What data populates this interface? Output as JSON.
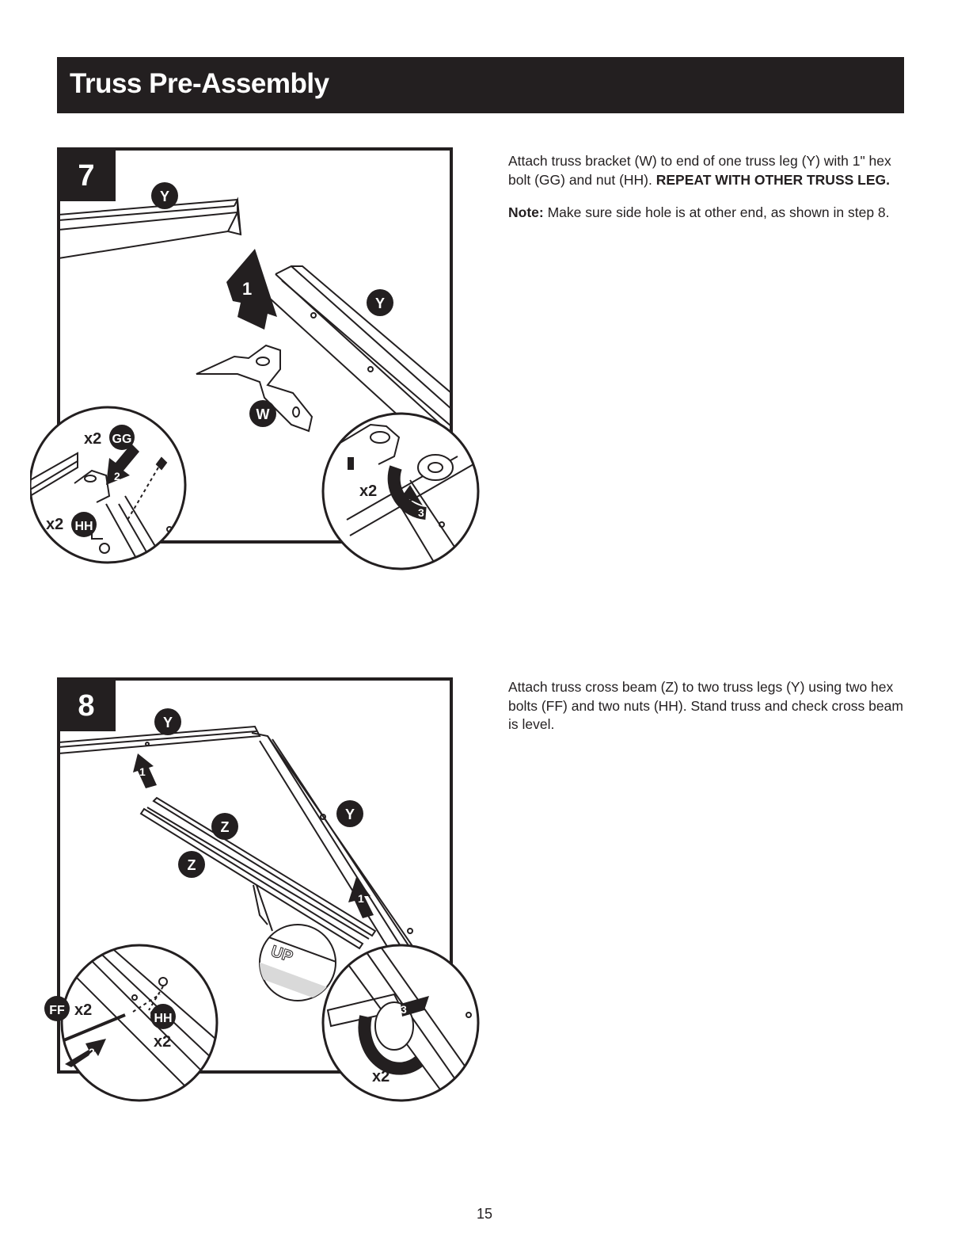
{
  "header": {
    "title": "Truss Pre-Assembly"
  },
  "steps": [
    {
      "number": "7",
      "part_labels": {
        "top_leg": "Y",
        "side_leg": "Y",
        "bracket": "W",
        "bolt": "GG",
        "nut": "HH"
      },
      "quantities": {
        "bolt": "x2",
        "nut": "x2",
        "tighten": "x2"
      },
      "arrows": [
        "1",
        "2",
        "3"
      ],
      "text": {
        "p1_plain": "Attach truss bracket (W) to end of one truss leg (Y) with 1\" hex bolt (GG) and nut (HH).",
        "p1_bold": "REPEAT WITH OTHER TRUSS LEG.",
        "note_label": "Note:",
        "note_text": "Make sure side hole is at other end, as shown in step 8."
      }
    },
    {
      "number": "8",
      "part_labels": {
        "top_leg": "Y",
        "side_leg": "Y",
        "beam1": "Z",
        "beam2": "Z",
        "bolt": "FF",
        "nut": "HH"
      },
      "quantities": {
        "bolt": "x2",
        "nut": "x2",
        "tighten": "x2"
      },
      "arrows": [
        "1",
        "1",
        "2",
        "3"
      ],
      "detail_text": "UP",
      "text": {
        "p1_plain": "Attach truss cross beam (Z) to two truss legs (Y) using two hex bolts (FF) and two nuts (HH). Stand truss and check cross beam is level."
      }
    }
  ],
  "footer": {
    "page_number": "15"
  }
}
